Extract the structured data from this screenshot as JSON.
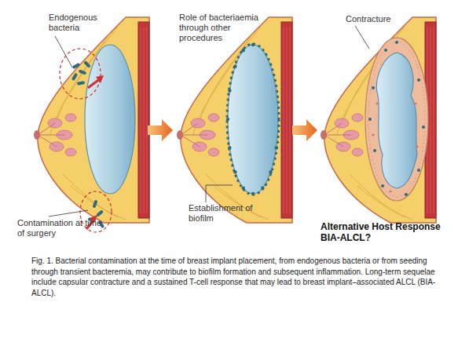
{
  "diagram": {
    "caption": "Fig. 1. Bacterial contamination at the time of breast implant placement, from endogenous bacteria or from seeding through transient bacteremia, may contribute to biofilm formation and subsequent inflammation. Long-term sequelae include capsular contracture and a sustained T-cell response that may lead to breast implant–associated ALCL (BIA-ALCL).",
    "labels": [
      "Endogenous bacteria",
      "Contamination at time of surgery",
      "Role of bacteriaemia through other procedures",
      "Establishment of biofilm",
      "Contracture",
      "Alternative Host Response BIA-ALCL?"
    ]
  }
}
